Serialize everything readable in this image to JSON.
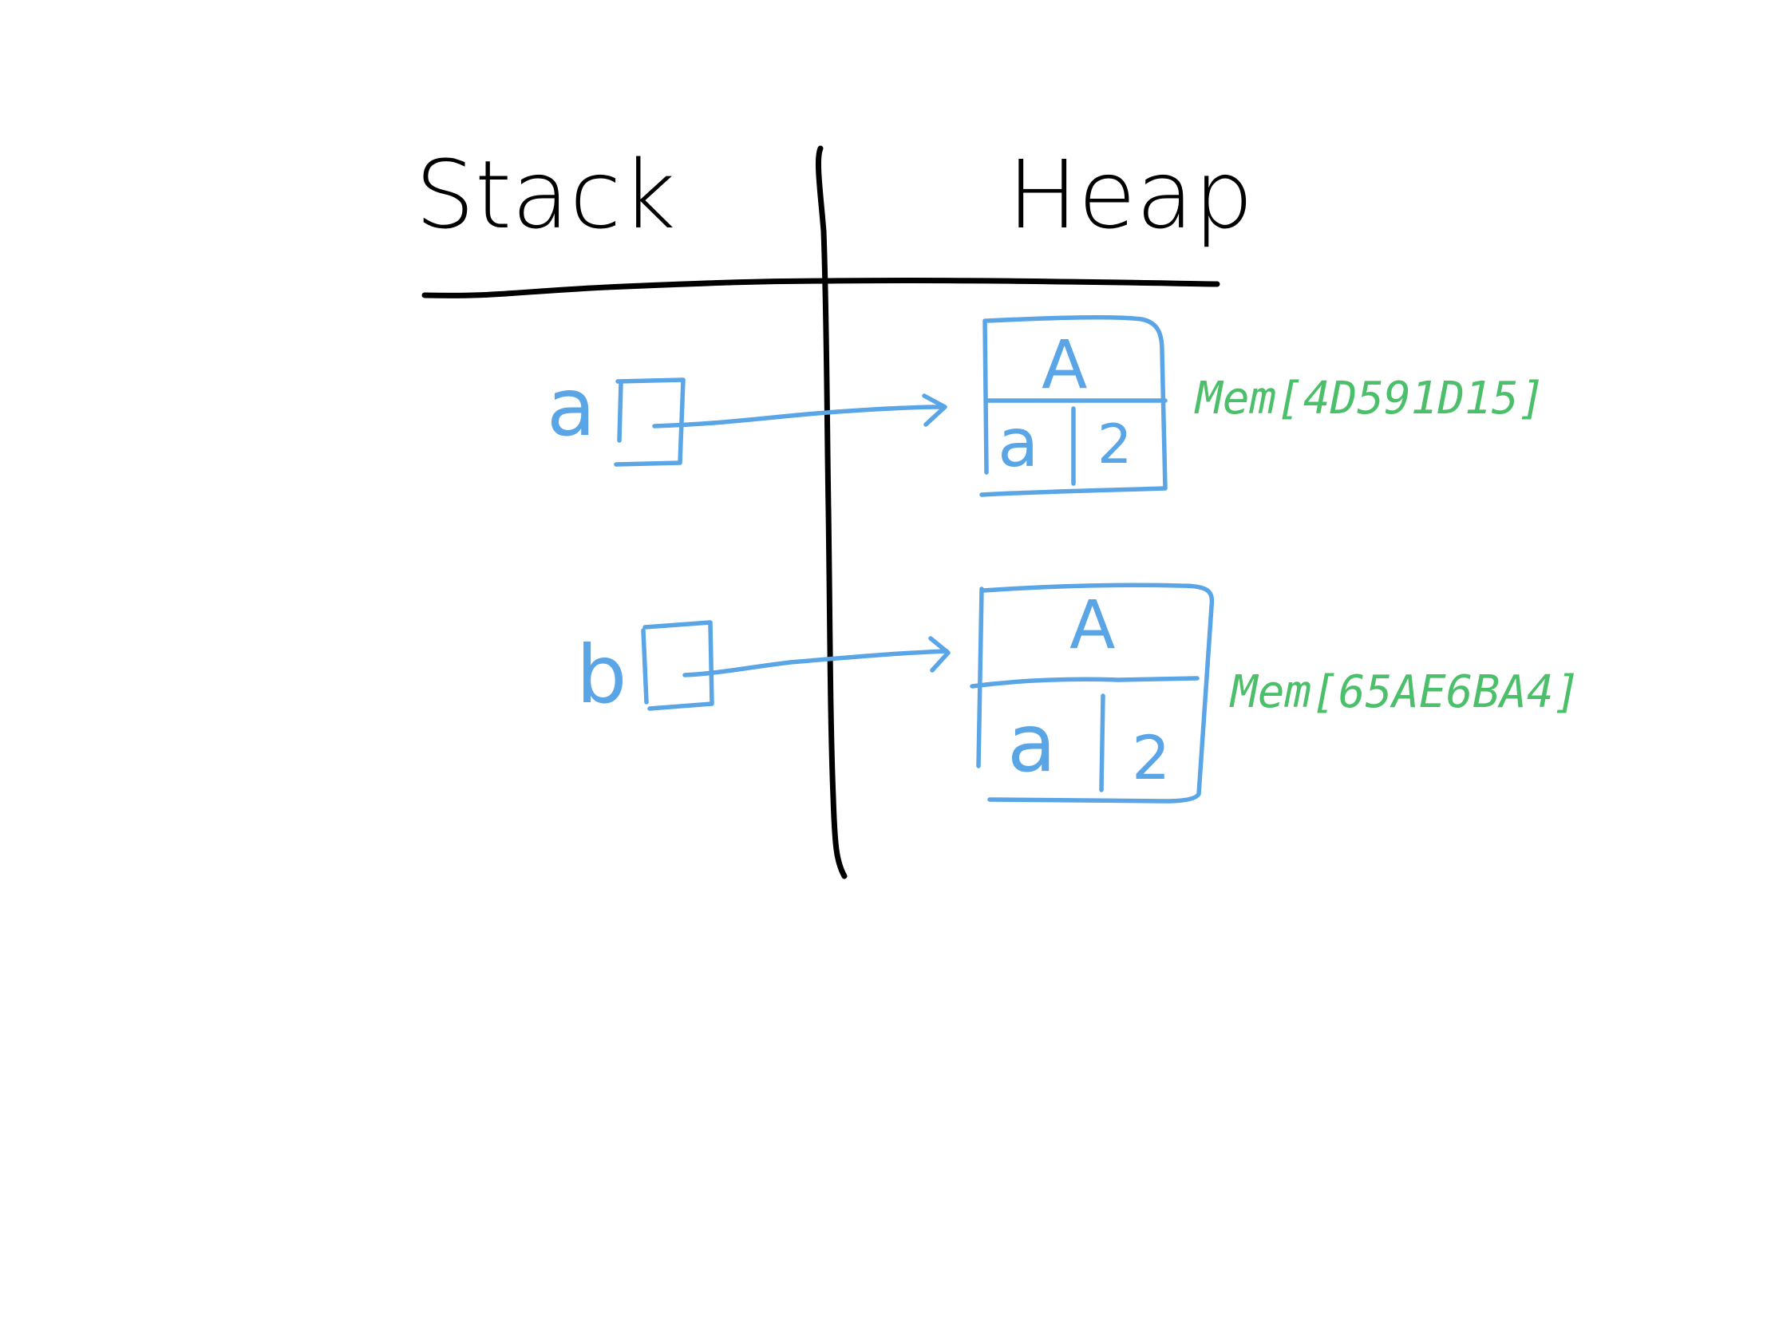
{
  "headers": {
    "stack": "Stack",
    "heap": "Heap"
  },
  "stack_vars": [
    {
      "name": "a"
    },
    {
      "name": "b"
    }
  ],
  "heap_objects": [
    {
      "type": "A",
      "field_name": "a",
      "field_value": "2",
      "address": "Mem[4D591D15]"
    },
    {
      "type": "A",
      "field_name": "a",
      "field_value": "2",
      "address": "Mem[65AE6BA4]"
    }
  ],
  "colors": {
    "ink": "#000000",
    "reference": "#5aa5e6",
    "address": "#4cbf6a"
  }
}
